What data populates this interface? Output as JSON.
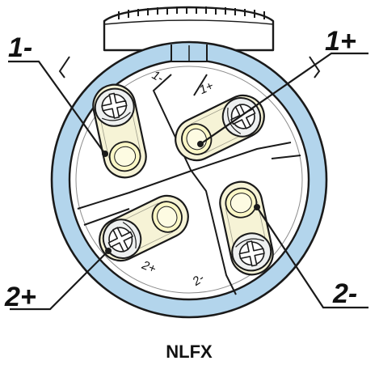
{
  "diagram": {
    "callouts": {
      "top_left": "1-",
      "top_right": "1+",
      "bottom_left": "2+",
      "bottom_right": "2-"
    },
    "pin_marks": {
      "top_left": "1-",
      "top_right": "1+",
      "bottom_left": "2+",
      "bottom_right": "2-"
    },
    "caption": "NLFX",
    "colors": {
      "ring": "#b3d5ec",
      "terminal": "#f6f3d6",
      "outline": "#1a1a1a"
    }
  }
}
